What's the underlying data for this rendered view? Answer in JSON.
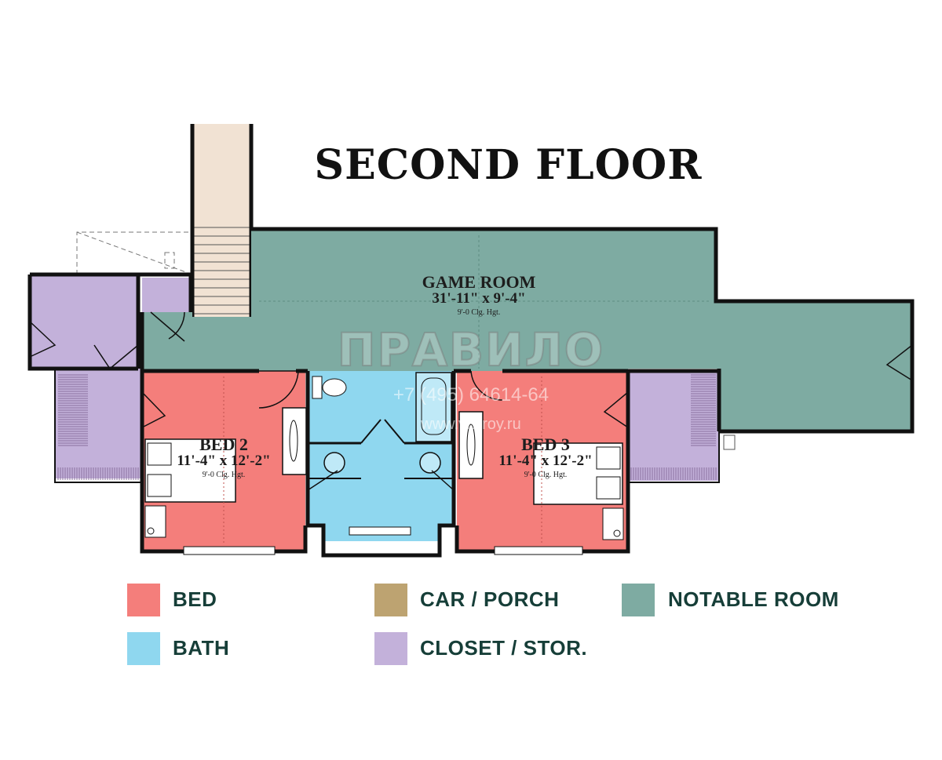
{
  "title": "SECOND FLOOR",
  "rooms": {
    "game_room": {
      "name": "GAME ROOM",
      "size": "31'-11\" x 9'-4\"",
      "clg": "9'-0 Clg. Hgt."
    },
    "bed2": {
      "name": "BED 2",
      "size": "11'-4\" x 12'-2\"",
      "clg": "9'-0 Clg. Hgt."
    },
    "bed3": {
      "name": "BED 3",
      "size": "11'-4\" x 12'-2\"",
      "clg": "9'-0 Clg. Hgt."
    }
  },
  "watermark": {
    "brand": "ПРАВИЛО",
    "phone": "+7 (495) 64614-64",
    "site": "www.vistroy.ru"
  },
  "legend": [
    {
      "label": "BED",
      "color": "#f47e7b"
    },
    {
      "label": "CAR / PORCH",
      "color": "#bda371"
    },
    {
      "label": "NOTABLE ROOM",
      "color": "#7eaba2"
    },
    {
      "label": "BATH",
      "color": "#8fd7ef"
    },
    {
      "label": "CLOSET / STOR.",
      "color": "#c3b1da"
    }
  ],
  "colors": {
    "bed": "#f47e7b",
    "bath": "#8fd7ef",
    "notable": "#7eaba2",
    "closet": "#c3b1da",
    "stair": "#f1e2d3",
    "wall": "#111111"
  }
}
